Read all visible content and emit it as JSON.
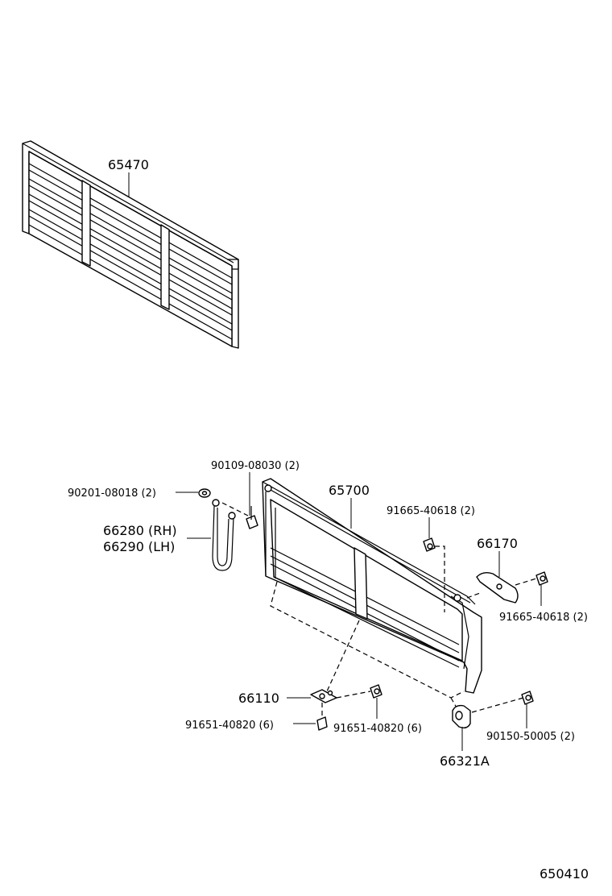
{
  "diagram": {
    "code": "650410",
    "parts": [
      {
        "id": "p65470",
        "label": "65470"
      },
      {
        "id": "p65700",
        "label": "65700"
      },
      {
        "id": "p90109",
        "label": "90109-08030 (2)"
      },
      {
        "id": "p90201",
        "label": "90201-08018 (2)"
      },
      {
        "id": "p66280",
        "label": "66280 (RH)"
      },
      {
        "id": "p66290",
        "label": "66290 (LH)"
      },
      {
        "id": "p91665a",
        "label": "91665-40618 (2)"
      },
      {
        "id": "p66170",
        "label": "66170"
      },
      {
        "id": "p91665b",
        "label": "91665-40618 (2)"
      },
      {
        "id": "p66110",
        "label": "66110"
      },
      {
        "id": "p91651a",
        "label": "91651-40820 (6)"
      },
      {
        "id": "p91651b",
        "label": "91651-40820 (6)"
      },
      {
        "id": "p90150",
        "label": "90150-50005 (2)"
      },
      {
        "id": "p66321",
        "label": "66321A"
      }
    ]
  }
}
